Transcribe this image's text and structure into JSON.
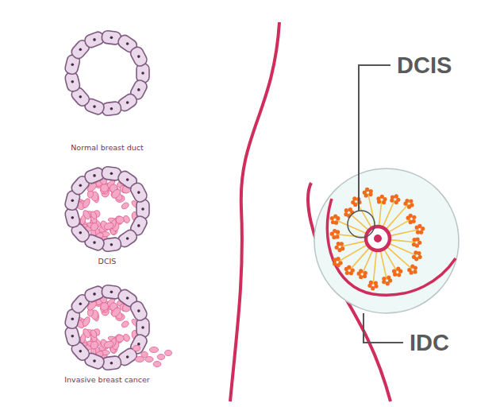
{
  "diagram": {
    "labels": [
      "Normal breast duct",
      "DCIS",
      "Invasive breast cancer",
      "DCIS",
      "IDC"
    ]
  }
}
